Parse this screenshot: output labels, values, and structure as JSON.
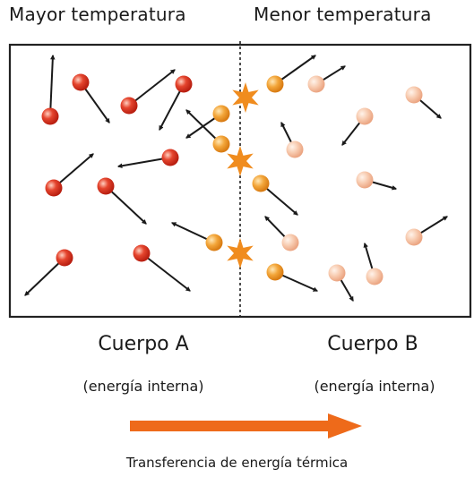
{
  "header": {
    "left_title": "Mayor temperatura",
    "right_title": "Menor temperatura"
  },
  "bodies": {
    "a": {
      "name": "Cuerpo A",
      "subtitle": "(energía interna)"
    },
    "b": {
      "name": "Cuerpo B",
      "subtitle": "(energía interna)"
    }
  },
  "transfer": {
    "caption": "Transferencia de energía térmica"
  },
  "colors": {
    "hot_particle": "#d9301e",
    "warm_particle": "#f09a2a",
    "cool_particle": "#f5c0a2",
    "collision_star": "#f08c1e",
    "transfer_arrow": "#ee6a1a",
    "frame": "#222222"
  },
  "icons": [
    "particle-icon",
    "velocity-arrow-icon",
    "collision-star-icon",
    "transfer-arrow-icon"
  ]
}
